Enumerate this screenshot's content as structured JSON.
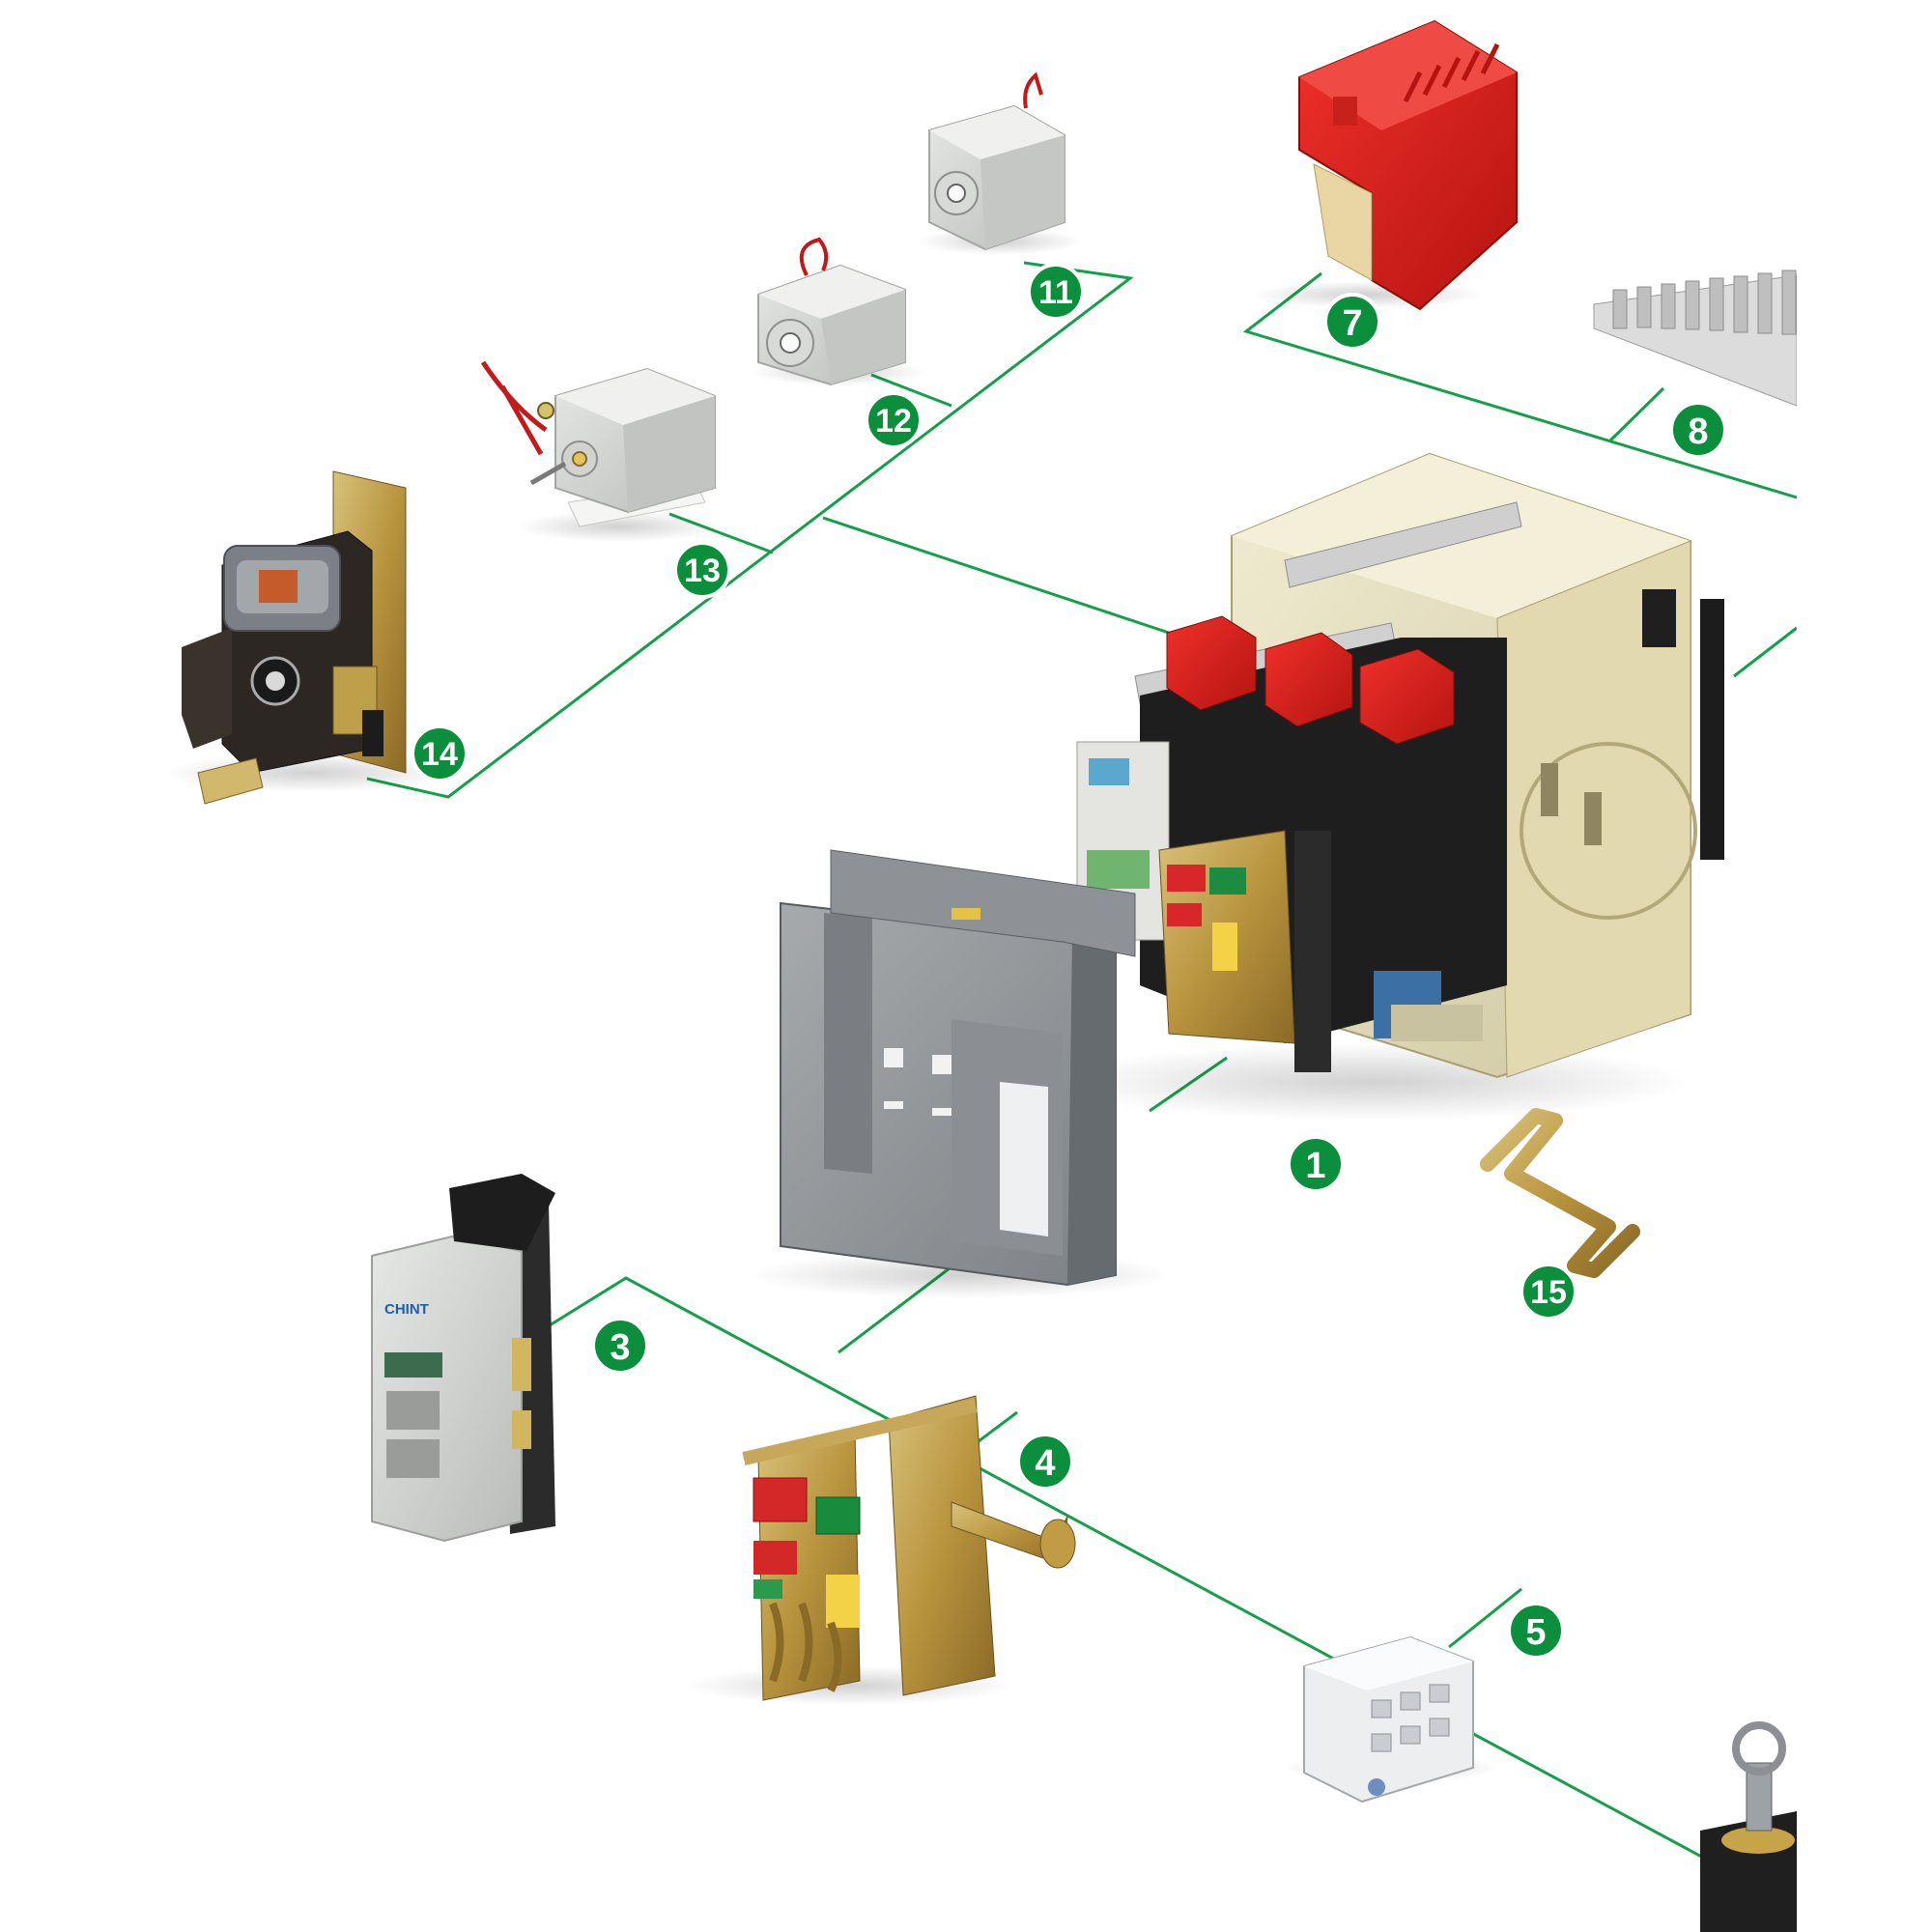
{
  "colors": {
    "leader_line": "#14a04a",
    "badge_fill": "#0c8f3c",
    "badge_text": "#ffffff",
    "background": "#ffffff"
  },
  "callouts": [
    {
      "id": "c1",
      "label": "1"
    },
    {
      "id": "c3",
      "label": "3"
    },
    {
      "id": "c4",
      "label": "4"
    },
    {
      "id": "c5",
      "label": "5"
    },
    {
      "id": "c7",
      "label": "7"
    },
    {
      "id": "c8",
      "label": "8"
    },
    {
      "id": "c11",
      "label": "11"
    },
    {
      "id": "c12",
      "label": "12"
    },
    {
      "id": "c13",
      "label": "13"
    },
    {
      "id": "c14",
      "label": "14"
    },
    {
      "id": "c15",
      "label": "15"
    }
  ],
  "controller_brand": "CHINT"
}
